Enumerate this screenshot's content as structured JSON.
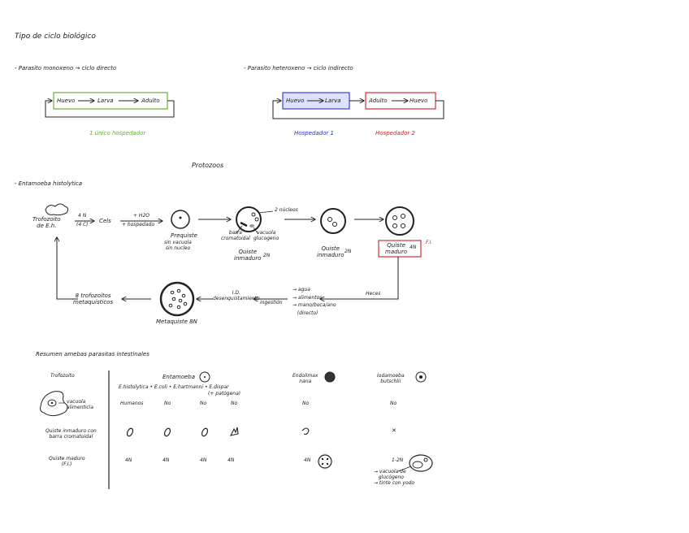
{
  "page_title": "Tipo de ciclo biológico",
  "monoxeno": {
    "heading": "- Parasito monoxeno → ciclo directo",
    "huevo": "Huevo",
    "larva": "Larva",
    "adulto": "Adulto",
    "host_label": "1 único hospedador",
    "host_color": "#5fae2f"
  },
  "heteroxeno": {
    "heading": "- Parasito heteroxeno → ciclo indirecto",
    "huevo": "Huevo",
    "larva": "Larva",
    "adulto": "Adulto",
    "huevo2": "Huevo",
    "host1_label": "Hospedador 1",
    "host2_label": "Hospedador 2",
    "host1_color": "#2530c8",
    "host2_color": "#d02020"
  },
  "section_title": "Protozoos",
  "histolytica": {
    "heading": "- Entamoeba histolytica",
    "trofozoito": "Trofozoito\nde E.h.",
    "arrow1_top": "4 N",
    "arrow1_bottom": "(4 C)",
    "cells": "Cels",
    "arrow2_top": "+ H2O",
    "arrow2_bottom": "+ hospedado",
    "prequiste": "Prequiste",
    "prequiste_note": "sin vacuola\nsin nucleo",
    "nucleos_label": "2 núcleos",
    "quiste1": "Quiste\ninmaduro",
    "quiste1_n": "2N",
    "barra": "barra\ncromatoidal",
    "vacuola": "vacuola\nglucogeno",
    "quiste2": "Quiste\ninmaduro",
    "quiste2_n": "2N",
    "quiste3": "Quiste\nmaduro",
    "quiste3_n": "4N",
    "quiste3_mark": "F.I.",
    "vias_arrow": "Heces",
    "vias": "→ agua\n→ alimentos\n→ mano/boca/ano\n   (directo)",
    "ingestion": "ingestión",
    "desenq": "I.D.\ndesenquistamiento",
    "metaquiste": "Metaquiste 8N",
    "trofozoitos_meta": "8 trofozoitos\nmetaquísticos"
  },
  "table": {
    "heading": "Resumen amebas parasitas intestinales",
    "row_headers": [
      "Trofozoito",
      "Quiste inmaduro con\nbarra cromatoidal",
      "Quiste maduro\n(F.I.)"
    ],
    "vacuola_label": "vacuola\nalimenticia",
    "col_entamoeba": "Entamoeba",
    "species": "E.histolytica • E.coli • E.hartmanni • E.dispar",
    "species_note": "(+ patógena)",
    "col_endolimax": "Endolimax\nnana",
    "col_iodamoeba": "Iodamoeba\nbutschlii",
    "trof_row": [
      "Humanos",
      "No",
      "No",
      "No",
      "No",
      "No"
    ],
    "quiste_row": [
      "",
      "",
      "",
      "",
      "",
      "✕"
    ],
    "maduro_row": [
      "4N",
      "4N",
      "4N",
      "4N",
      "4N",
      "1-2N"
    ],
    "iodamoeba_note": "→ vacuola de\n   glucógeno\n→ tinte con yodo"
  }
}
